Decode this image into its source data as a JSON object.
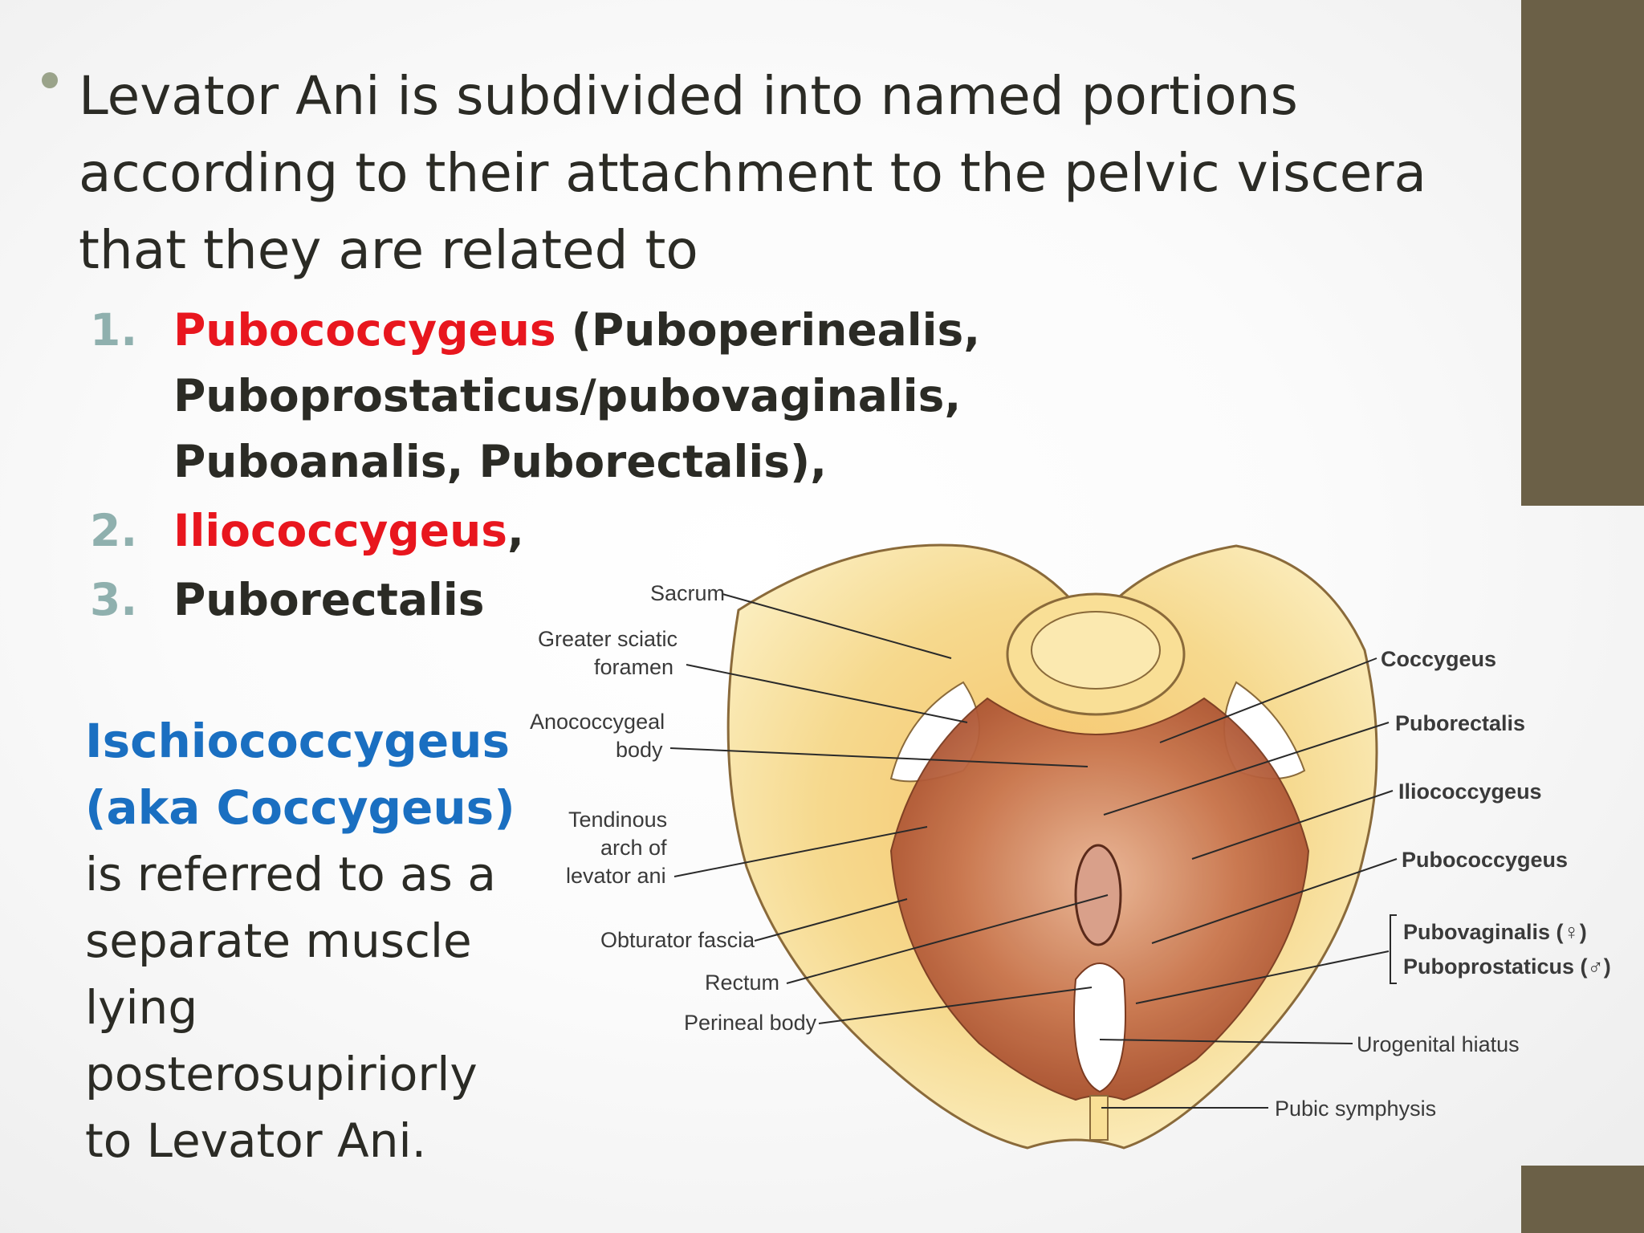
{
  "intro": "Levator Ani is subdivided into named portions according to their attachment to the pelvic viscera that they are related to",
  "list": [
    {
      "num": "1.",
      "red": "Pubococcygeus",
      "rest": " (Puboperinealis, Puboprostaticus/pubovaginalis, Puboanalis, Puborectalis),"
    },
    {
      "num": "2.",
      "red": "Iliococcygeus",
      "rest": ","
    },
    {
      "num": "3.",
      "red": "",
      "rest": "Puborectalis"
    }
  ],
  "side": {
    "blue1": "Ischiococcygeus",
    "blue2": "(aka Coccygeus)",
    "text": "is referred to as a separate muscle lying posterosupiriorly to Levator Ani."
  },
  "figure": {
    "left_labels": {
      "sacrum": "Sacrum",
      "greater_sciatic_1": "Greater sciatic",
      "greater_sciatic_2": "foramen",
      "anococcygeal_1": "Anococcygeal",
      "anococcygeal_2": "body",
      "tendinous_1": "Tendinous",
      "tendinous_2": "arch of",
      "tendinous_3": "levator ani",
      "obturator": "Obturator fascia",
      "rectum": "Rectum",
      "perineal": "Perineal body"
    },
    "right_labels": {
      "coccygeus": "Coccygeus",
      "puborectalis": "Puborectalis",
      "iliococcygeus": "Iliococcygeus",
      "pubococcygeus": "Pubococcygeus",
      "pubovaginalis": "Pubovaginalis (♀)",
      "puboprostaticus": "Puboprostaticus (♂)",
      "urogenital": "Urogenital hiatus",
      "pubic": "Pubic symphysis"
    }
  },
  "colors": {
    "accent_red": "#e8161e",
    "accent_blue": "#1a6fc1",
    "side_bar": "#6b6047",
    "list_number": "#8fb0ae"
  }
}
